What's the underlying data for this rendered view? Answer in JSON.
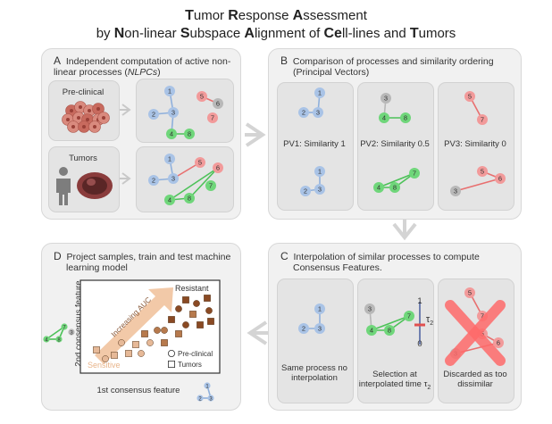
{
  "title": {
    "line1": [
      [
        "T",
        "umor "
      ],
      [
        "R",
        "esponse "
      ],
      [
        "A",
        "ssessment"
      ]
    ],
    "line2": [
      [
        "",
        "by "
      ],
      [
        "N",
        "on-linear "
      ],
      [
        "S",
        "ubspace "
      ],
      [
        "A",
        "lignment of "
      ],
      [
        "Ce",
        "ll-lines and "
      ],
      [
        "T",
        "umors"
      ]
    ]
  },
  "panelA": {
    "letter": "A",
    "text1": "Independent computation of active non-",
    "text2a": "linear processes (",
    "text2b": "NLPCs",
    "text2c": ")",
    "preclinical": "Pre-clinical",
    "tumors": "Tumors"
  },
  "panelB": {
    "letter": "B",
    "text1": "Comparison of processes and similarity ordering",
    "text2": "(Principal Vectors)",
    "pv1": "PV1: Similarity 1",
    "pv2": "PV2: Similarity 0.5",
    "pv3": "PV3: Similarity 0"
  },
  "panelC": {
    "letter": "C",
    "text1": "Interpolation of similar processes to compute",
    "text2": "Consensus Features.",
    "cap1a": "Same process no",
    "cap1b": "interpolation",
    "cap2a": "Selection at",
    "cap2b": "interpolated time τ",
    "cap2sub": "2",
    "cap3a": "Discarded as too",
    "cap3b": "dissimilar",
    "tau": "τ",
    "tausub": "2",
    "scale_top": "1",
    "scale_bottom": "0"
  },
  "panelD": {
    "letter": "D",
    "text1": "Project samples, train and test machine",
    "text2": "learning model",
    "resistant": "Resistant",
    "sensitive": "Sensitive",
    "auc": "Increasing AUC",
    "legend_pre": "Pre-clinical",
    "legend_tum": "Tumors",
    "xaxis": "1st consensus feature",
    "yaxis": "2nd consensus feature"
  },
  "node_labels": [
    "1",
    "2",
    "3",
    "4",
    "5",
    "6",
    "7",
    "8"
  ],
  "colors": {
    "blue": "#a9c3e6",
    "blue_edge": "#8fb0dc",
    "green": "#6fd67a",
    "green_edge": "#4cc258",
    "red": "#f29a9a",
    "red_edge": "#e86f6f",
    "grey": "#b8b8b8",
    "arrow": "#d4d4d4",
    "brown_dark": "#8a4a24",
    "brown_mid": "#b77a4d",
    "brown_light": "#e6b998",
    "cross": "#ff6a6a"
  }
}
